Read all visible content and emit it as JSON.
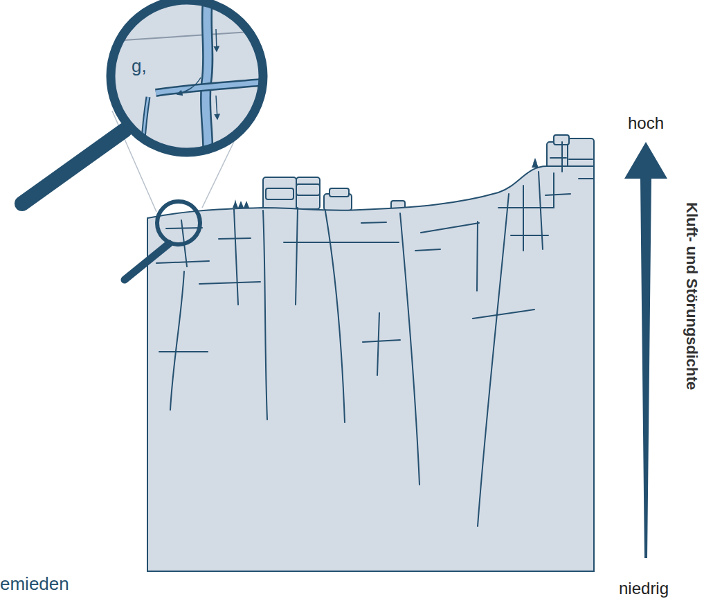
{
  "diagram": {
    "labels": [
      "g,",
      "hoch",
      "Kluft- und Störungsdichte",
      "emieden",
      "niedrig"
    ]
  }
}
